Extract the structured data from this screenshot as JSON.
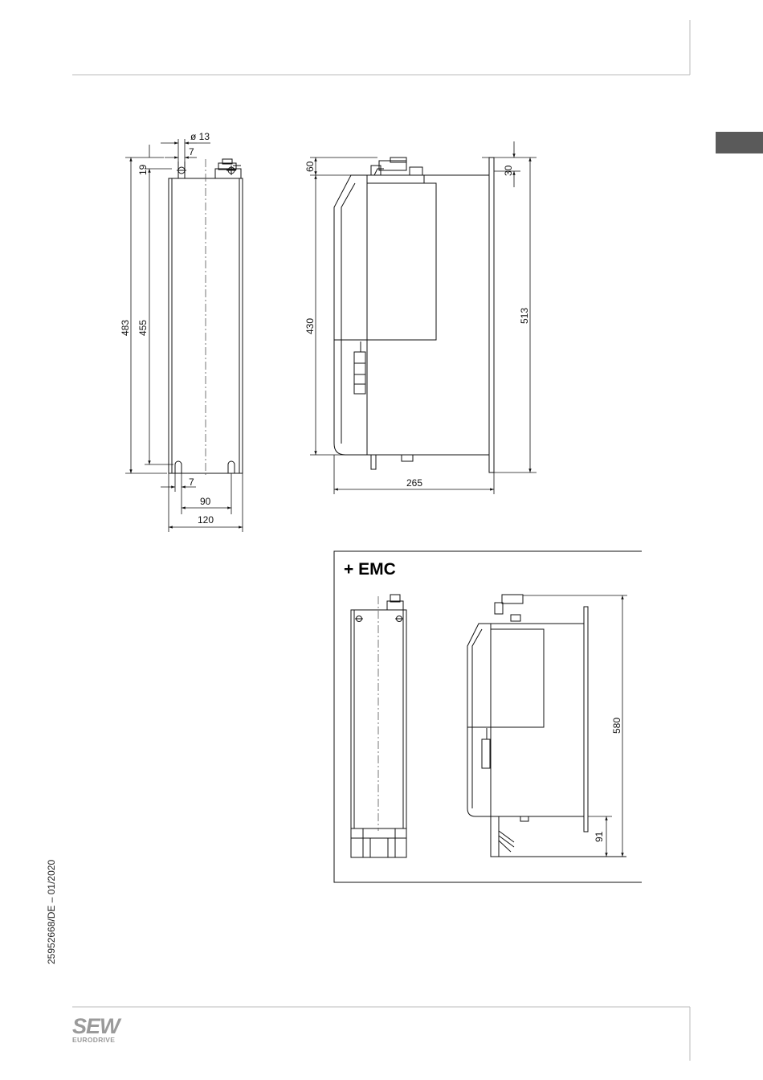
{
  "document_id": "25952668/DE – 01/2020",
  "brand": {
    "name": "SEW",
    "subtitle": "EURODRIVE"
  },
  "front_view": {
    "hole_diameter": "ø 13",
    "top_offset": "7",
    "top_margin": "19",
    "total_height": "483",
    "hole_spacing_height": "455",
    "bottom_offset": "7",
    "hole_spacing_width": "90",
    "total_width": "120"
  },
  "side_view": {
    "top_clearance": "60",
    "body_height": "430",
    "top_extension": "30",
    "total_height": "513",
    "depth": "265"
  },
  "emc_section": {
    "title": "+ EMC",
    "total_height": "580",
    "bottom_extension": "91"
  }
}
